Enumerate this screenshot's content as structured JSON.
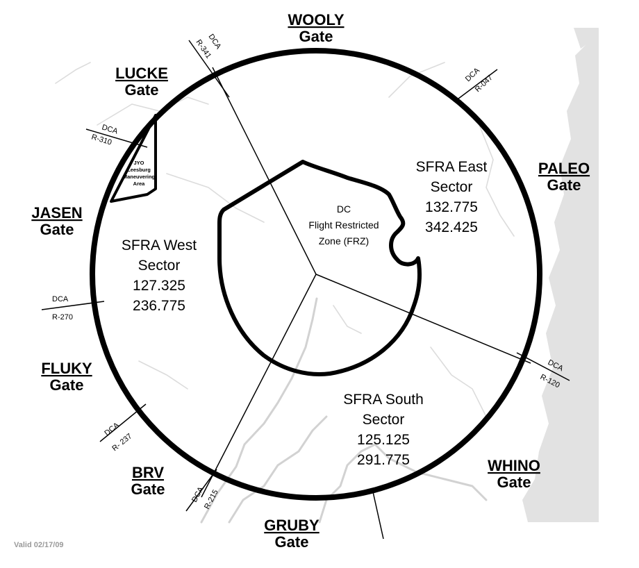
{
  "gates": [
    {
      "id": "wooly",
      "name": "WOOLY",
      "word": "Gate"
    },
    {
      "id": "lucke",
      "name": "LUCKE",
      "word": "Gate"
    },
    {
      "id": "paleo",
      "name": "PALEO",
      "word": "Gate"
    },
    {
      "id": "jasen",
      "name": "JASEN",
      "word": "Gate"
    },
    {
      "id": "fluky",
      "name": "FLUKY",
      "word": "Gate"
    },
    {
      "id": "brv",
      "name": "BRV",
      "word": "Gate"
    },
    {
      "id": "gruby",
      "name": "GRUBY",
      "word": "Gate"
    },
    {
      "id": "whino",
      "name": "WHINO",
      "word": "Gate"
    }
  ],
  "sectors": {
    "east": {
      "line1": "SFRA East",
      "line2": "Sector",
      "freq1": "132.775",
      "freq2": "342.425"
    },
    "west": {
      "line1": "SFRA West",
      "line2": "Sector",
      "freq1": "127.325",
      "freq2": "236.775"
    },
    "south": {
      "line1": "SFRA South",
      "line2": "Sector",
      "freq1": "125.125",
      "freq2": "291.775"
    }
  },
  "frz": {
    "line1": "DC",
    "line2": "Flight Restricted",
    "line3": "Zone (FRZ)"
  },
  "jyo": {
    "line1": "JYO",
    "line2": "Leesburg",
    "line3": "Maneuvering",
    "line4": "Area"
  },
  "radials": [
    {
      "id": "r341",
      "vor": "DCA",
      "radial": "R-341"
    },
    {
      "id": "r047",
      "vor": "DCA",
      "radial": "R-047"
    },
    {
      "id": "r310",
      "vor": "DCA",
      "radial": "R-310"
    },
    {
      "id": "r270",
      "vor": "DCA",
      "radial": "R-270"
    },
    {
      "id": "r120",
      "vor": "DCA",
      "radial": "R-120"
    },
    {
      "id": "r237",
      "vor": "DCA",
      "radial": "R- 237"
    },
    {
      "id": "r215",
      "vor": "DCA",
      "radial": "R-215"
    }
  ],
  "valid": "Valid 02/17/09",
  "colors": {
    "water": "#e2e2e2",
    "outline": "#000000",
    "valid_text": "#9a9a9a"
  }
}
